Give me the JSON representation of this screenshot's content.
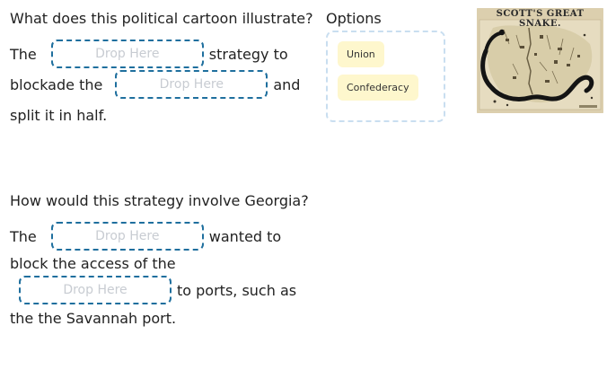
{
  "question1": {
    "title": "What does this political cartoon illustrate?",
    "line1_before": "The",
    "line1_after": "strategy to",
    "line2_before": "blockade the",
    "line2_after": "and",
    "line3": "split it in half.",
    "drop1": "Drop Here",
    "drop2": "Drop Here"
  },
  "question2": {
    "title": "How would this strategy involve Georgia?",
    "line1_before": "The",
    "line1_after": "wanted to",
    "line2": "block the access of the",
    "line3_after": "to ports, such as",
    "line4": "the the Savannah port.",
    "drop1": "Drop Here",
    "drop2": "Drop Here"
  },
  "options": {
    "title": "Options",
    "items": [
      "Union",
      "Confederacy"
    ]
  },
  "cartoon": {
    "title": "SCOTT'S GREAT SNAKE."
  },
  "colors": {
    "drop_border": "#1f6f9e",
    "chip_bg": "#fef7cd",
    "options_border": "#c9def0"
  }
}
